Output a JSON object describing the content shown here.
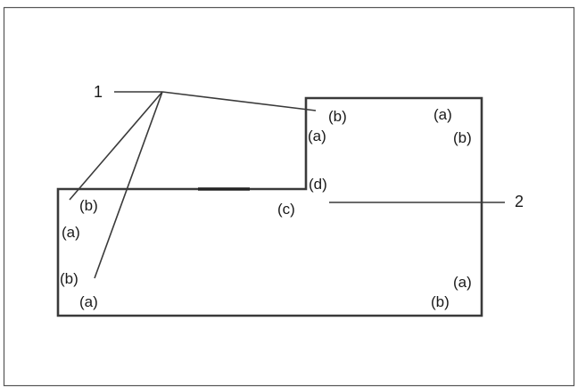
{
  "callouts": {
    "one": "1",
    "two": "2"
  },
  "labels": {
    "top_left_corner_b": "(b)",
    "top_left_corner_a": "(a)",
    "top_right_a": "(a)",
    "top_right_b": "(b)",
    "inner_d": "(d)",
    "inner_c": "(c)",
    "left_top_b": "(b)",
    "left_top_a": "(a)",
    "left_bottom_b": "(b)",
    "left_bottom_a": "(a)",
    "right_bottom_a": "(a)",
    "right_bottom_b": "(b)"
  },
  "colors": {
    "outline": "#3a3a3a",
    "frame": "#555555",
    "text": "#1a1a1a"
  }
}
